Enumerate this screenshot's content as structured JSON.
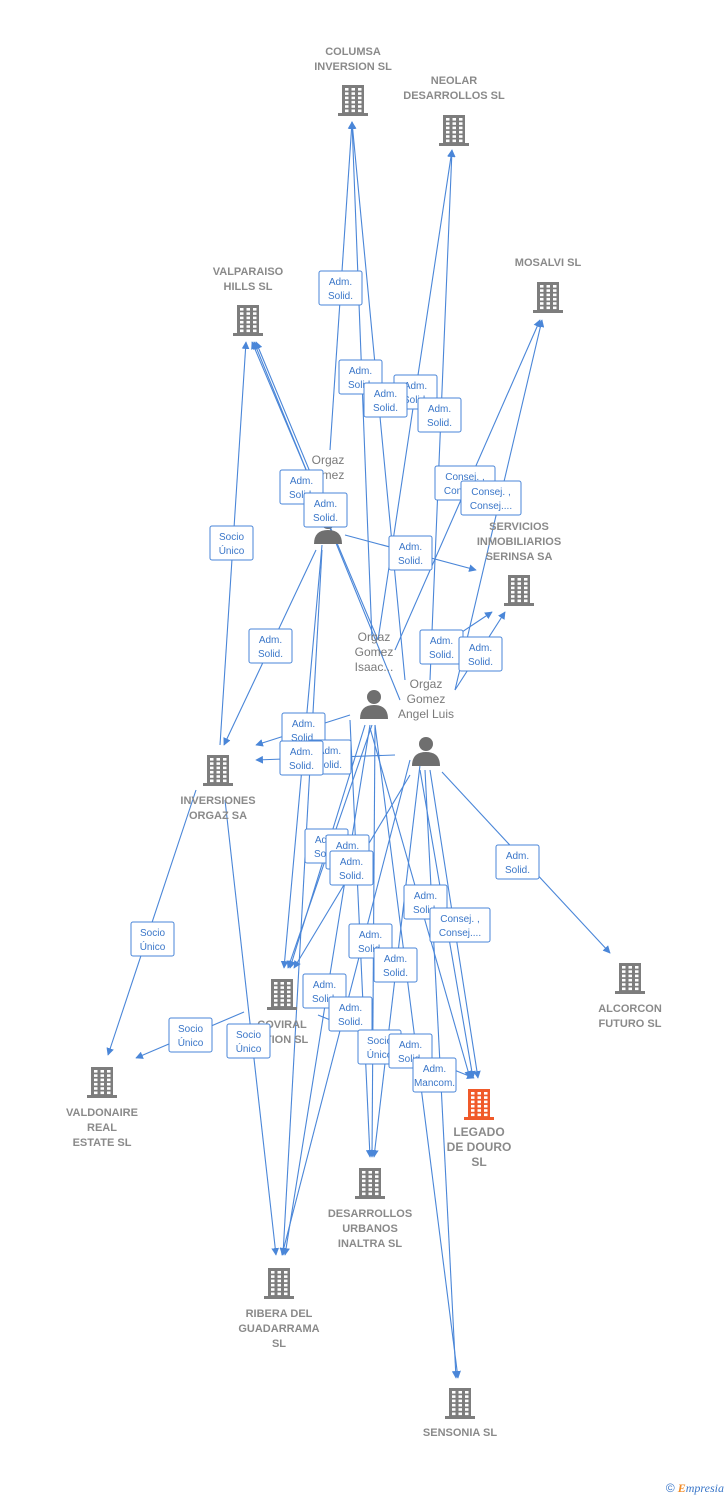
{
  "colors": {
    "edge": "#4a86d8",
    "company": "#7d7d7d",
    "main_company": "#f05a2a",
    "person": "#6f6f6f"
  },
  "companies": [
    {
      "id": "columsa",
      "lines": [
        "COLUMSA",
        "INVERSION  SL"
      ]
    },
    {
      "id": "neolar",
      "lines": [
        "NEOLAR",
        "DESARROLLOS SL"
      ]
    },
    {
      "id": "mosalvi",
      "lines": [
        "MOSALVI SL"
      ]
    },
    {
      "id": "valparaiso",
      "lines": [
        "VALPARAISO",
        "HILLS  SL"
      ]
    },
    {
      "id": "servicios",
      "lines": [
        "SERVICIOS",
        "INMOBILIARIOS",
        "SERINSA SA"
      ]
    },
    {
      "id": "inversiones",
      "lines": [
        "INVERSIONES",
        "ORGAZ SA"
      ]
    },
    {
      "id": "alcorcon",
      "lines": [
        "ALCORCON",
        "FUTURO SL"
      ]
    },
    {
      "id": "coviral",
      "lines": [
        "COVIRAL",
        "...TION  SL"
      ]
    },
    {
      "id": "valdonaire",
      "lines": [
        "VALDONAIRE",
        "REAL",
        "ESTATE  SL"
      ]
    },
    {
      "id": "legado",
      "lines": [
        "LEGADO",
        "DE DOURO",
        "SL"
      ],
      "main": true
    },
    {
      "id": "desarrollos",
      "lines": [
        "DESARROLLOS",
        "URBANOS",
        "INALTRA  SL"
      ]
    },
    {
      "id": "ribera",
      "lines": [
        "RIBERA DEL",
        "GUADARRAMA",
        "SL"
      ]
    },
    {
      "id": "sensonia",
      "lines": [
        "SENSONIA  SL"
      ]
    }
  ],
  "persons": [
    {
      "id": "p1",
      "lines": [
        "Orgaz",
        "...mez"
      ]
    },
    {
      "id": "p2",
      "lines": [
        "Orgaz",
        "Gomez",
        "Isaac..."
      ]
    },
    {
      "id": "p3",
      "lines": [
        "Orgaz",
        "Gomez",
        "Angel Luis"
      ]
    }
  ],
  "edge_labels": [
    [
      "Adm.",
      "Solid."
    ],
    [
      "Adm.",
      "Solid."
    ],
    [
      "Adm.",
      "Solid."
    ],
    [
      "Adm.",
      "Solid."
    ],
    [
      "Adm.",
      "Solid."
    ],
    [
      "Adm.",
      "Solid."
    ],
    [
      "Adm.",
      "Solid."
    ],
    [
      "Consej. ,",
      "Consej...."
    ],
    [
      "Consej. ,",
      "Consej...."
    ],
    [
      "Adm.",
      "Solid."
    ],
    [
      "Socio",
      "Único"
    ],
    [
      "Adm.",
      "Solid."
    ],
    [
      "Adm.",
      "Solid."
    ],
    [
      "Adm.",
      "Solid."
    ],
    [
      "Adm.",
      "Solid."
    ],
    [
      "Adm.",
      "Solid."
    ],
    [
      "Adm.",
      "Solid."
    ],
    [
      "Adm.",
      "Solid."
    ],
    [
      "Adm.",
      "Solid."
    ],
    [
      "Adm.",
      "Solid."
    ],
    [
      "Adm.",
      "Solid."
    ],
    [
      "Consej. ,",
      "Consej...."
    ],
    [
      "Adm.",
      "Solid."
    ],
    [
      "Adm.",
      "Solid."
    ],
    [
      "Adm.",
      "Solid."
    ],
    [
      "Adm.",
      "Solid."
    ],
    [
      "Adm.",
      "Solid."
    ],
    [
      "Socio",
      "Único"
    ],
    [
      "Socio",
      "Único"
    ],
    [
      "Socio",
      "Único"
    ],
    [
      "Socio",
      "Único"
    ],
    [
      "Adm.",
      "Solid."
    ],
    [
      "Adm.",
      "Mancom."
    ]
  ],
  "footer": {
    "copyright": "©",
    "brand_first": "E",
    "brand_rest": "mpresia"
  }
}
